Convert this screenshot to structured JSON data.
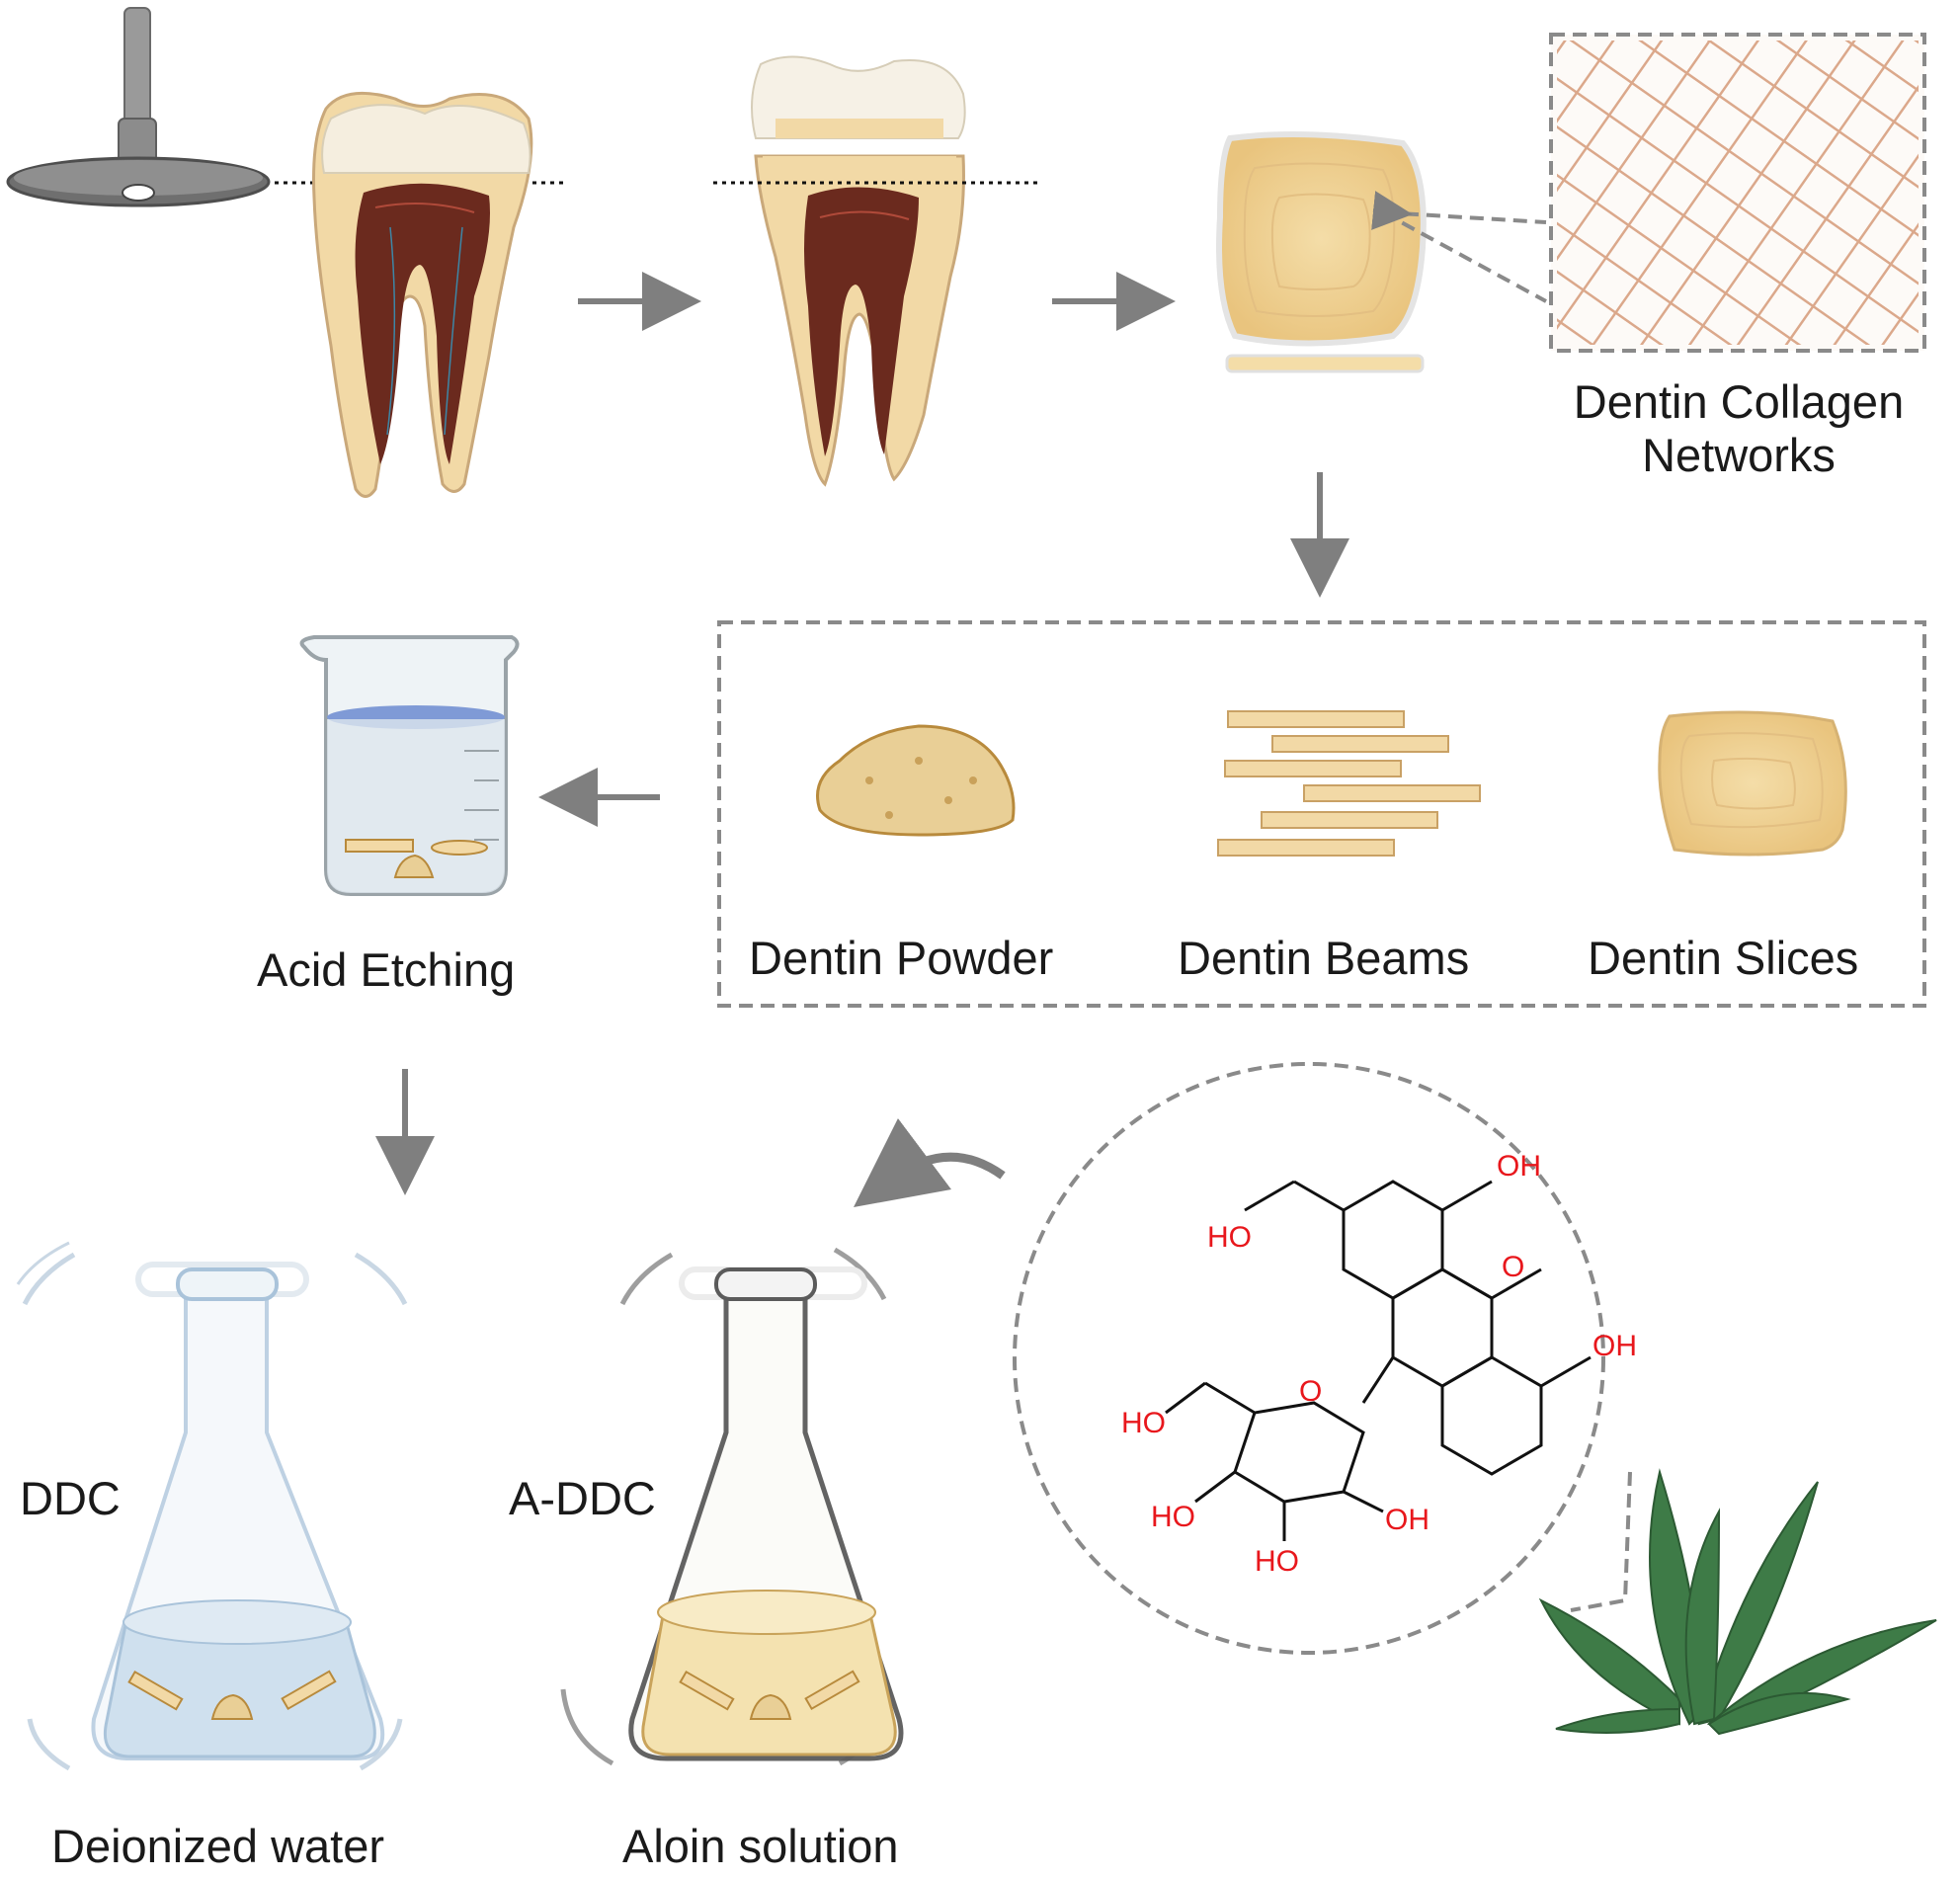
{
  "labels": {
    "collagen_networks": "Dentin Collagen\nNetworks",
    "acid_etching": "Acid Etching",
    "dentin_powder": "Dentin Powder",
    "dentin_beams": "Dentin Beams",
    "dentin_slices": "Dentin Slices",
    "ddc": "DDC",
    "a_ddc": "A-DDC",
    "deionized_water": "Deionized water",
    "aloin_solution": "Aloin solution"
  },
  "chem": {
    "oh_top": "OH",
    "o_ketone": "O",
    "oh_right": "OH",
    "ho_ch2": "HO",
    "ring_o": "O",
    "ho_sugar_left": "HO",
    "ho_sugar_bl": "HO",
    "ho_sugar_b": "HO",
    "oh_sugar_r": "OH"
  },
  "colors": {
    "dentin": "#f2d9a6",
    "dentin_dark": "#d9b06c",
    "pulp": "#6b2a1e",
    "arrow": "#7f7f7f",
    "dash": "#8a8a8a",
    "water": "#cfe0ee",
    "aloin": "#f4e2b0",
    "aloe": "#3e7b47",
    "chem_red": "#e8171c"
  }
}
